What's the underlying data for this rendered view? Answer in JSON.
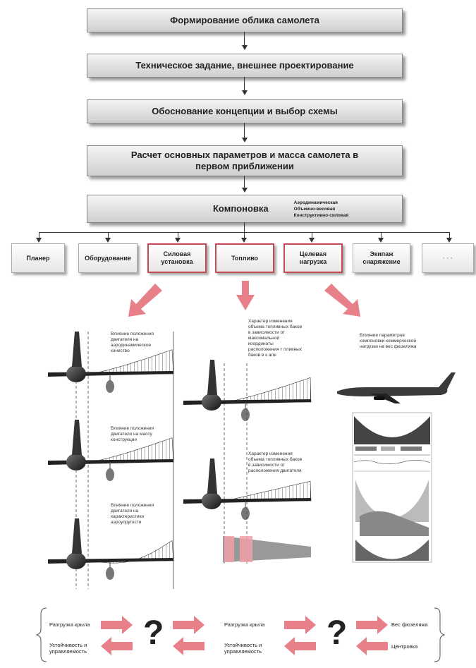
{
  "flow": {
    "box1": "Формирование облика самолета",
    "box2": "Техническое задание, внешнее проектирование",
    "box3": "Обоснование концепции и выбор схемы",
    "box4_line1": "Расчет основных параметров и  масса самолета в",
    "box4_line2": "первом приближении",
    "box5": "Компоновка",
    "box5_types": [
      "Аэродинамическая",
      "Объемно-весовая",
      "Конструктивно-силовая"
    ]
  },
  "subsystems": [
    {
      "label": "Планер",
      "highlight": false
    },
    {
      "label": "Оборудование",
      "highlight": false
    },
    {
      "label": "Силовая установка",
      "highlight": true
    },
    {
      "label": "Топливо",
      "highlight": false
    },
    {
      "label": "Целевая нагрузка",
      "highlight": true
    },
    {
      "label": "Экипаж снаряжение",
      "highlight": false
    },
    {
      "label": "· · ·",
      "highlight": false
    }
  ],
  "notes": {
    "left1": "Влияние положения двигателя на аэродинамическое качество",
    "left2": "Влияние положения двигателя на массу конструкции",
    "left3": "Влияние положения двигателя на характеристики аэроупругости",
    "mid1": "Характер изменения объема топливных баков в зависимости от максимальной координаты расположения т    пливных баков в к    але",
    "mid2": "Характер изменения объема топливных баков в зависимости от расположения двигателя",
    "right1": "Влияние параметров компоновки коммерческой нагрузки на вес фюзеляжа"
  },
  "bottom": {
    "a1": "Разгрузка крыла",
    "a2": "Устойчивость и управляемость",
    "b1": "Разгрузка крыла",
    "b2": "Устойчивость и управляемость",
    "c1": "Вес фюзеляжа",
    "c2": "Центровка",
    "q": "?"
  },
  "colors": {
    "accent": "#e8808a",
    "accent_border": "#c44a55"
  }
}
